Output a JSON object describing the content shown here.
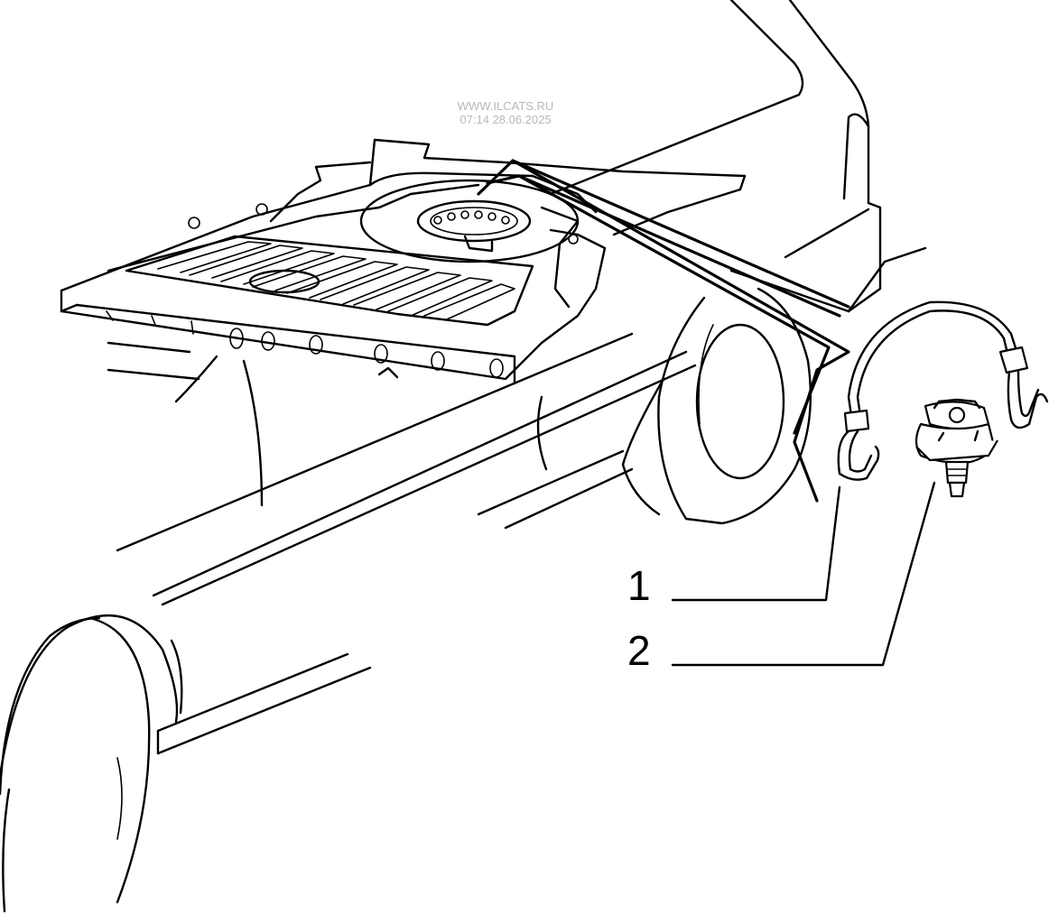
{
  "watermark": {
    "site": "WWW.ILCATS.RU",
    "timestamp": "07:14 28.06.2025"
  },
  "callouts": [
    {
      "number": "1"
    },
    {
      "number": "2"
    }
  ],
  "colors": {
    "ink": "#000000",
    "paper": "#ffffff",
    "watermark": "#b8b8b8"
  }
}
